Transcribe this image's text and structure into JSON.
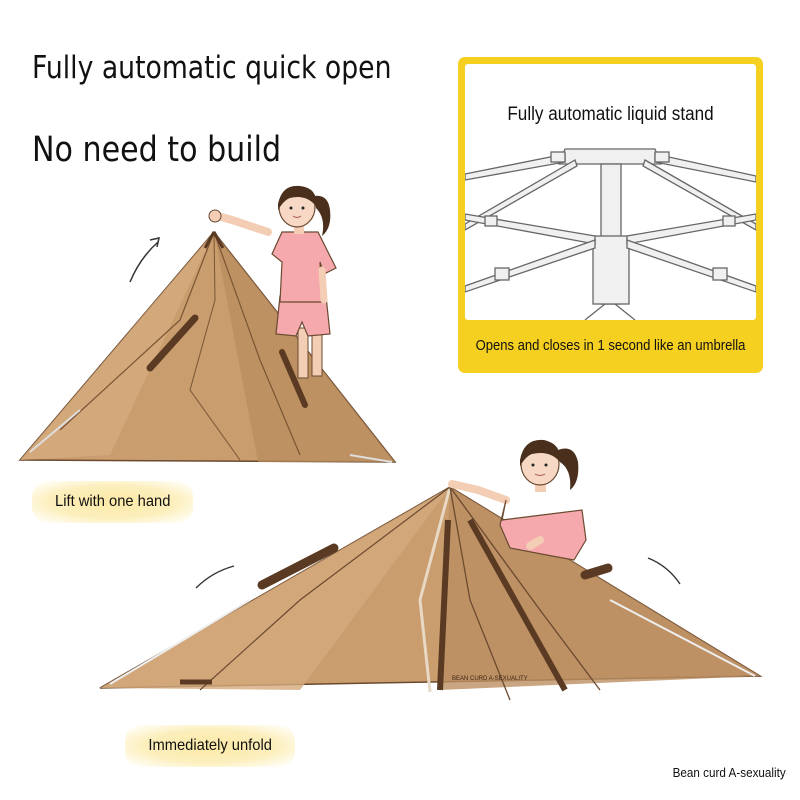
{
  "headline": {
    "line1": "Fully automatic quick open",
    "line2": "No need to build"
  },
  "panel": {
    "title": "Fully automatic liquid stand",
    "caption": "Opens and closes in 1 second like an umbrella"
  },
  "tags": {
    "lift": "Lift with one hand",
    "unfold": "Immediately unfold"
  },
  "tent_print": "BEAN CURD A-SEXUALITY",
  "credit": "Bean curd A-sexuality",
  "colors": {
    "tent": "#c99d6e",
    "tent_shadow": "#a87c52",
    "strap": "#5a3a22",
    "shirt": "#f5a9ad",
    "panel_frame": "#f5d020",
    "tag_highlight": "#fbe9a6"
  }
}
